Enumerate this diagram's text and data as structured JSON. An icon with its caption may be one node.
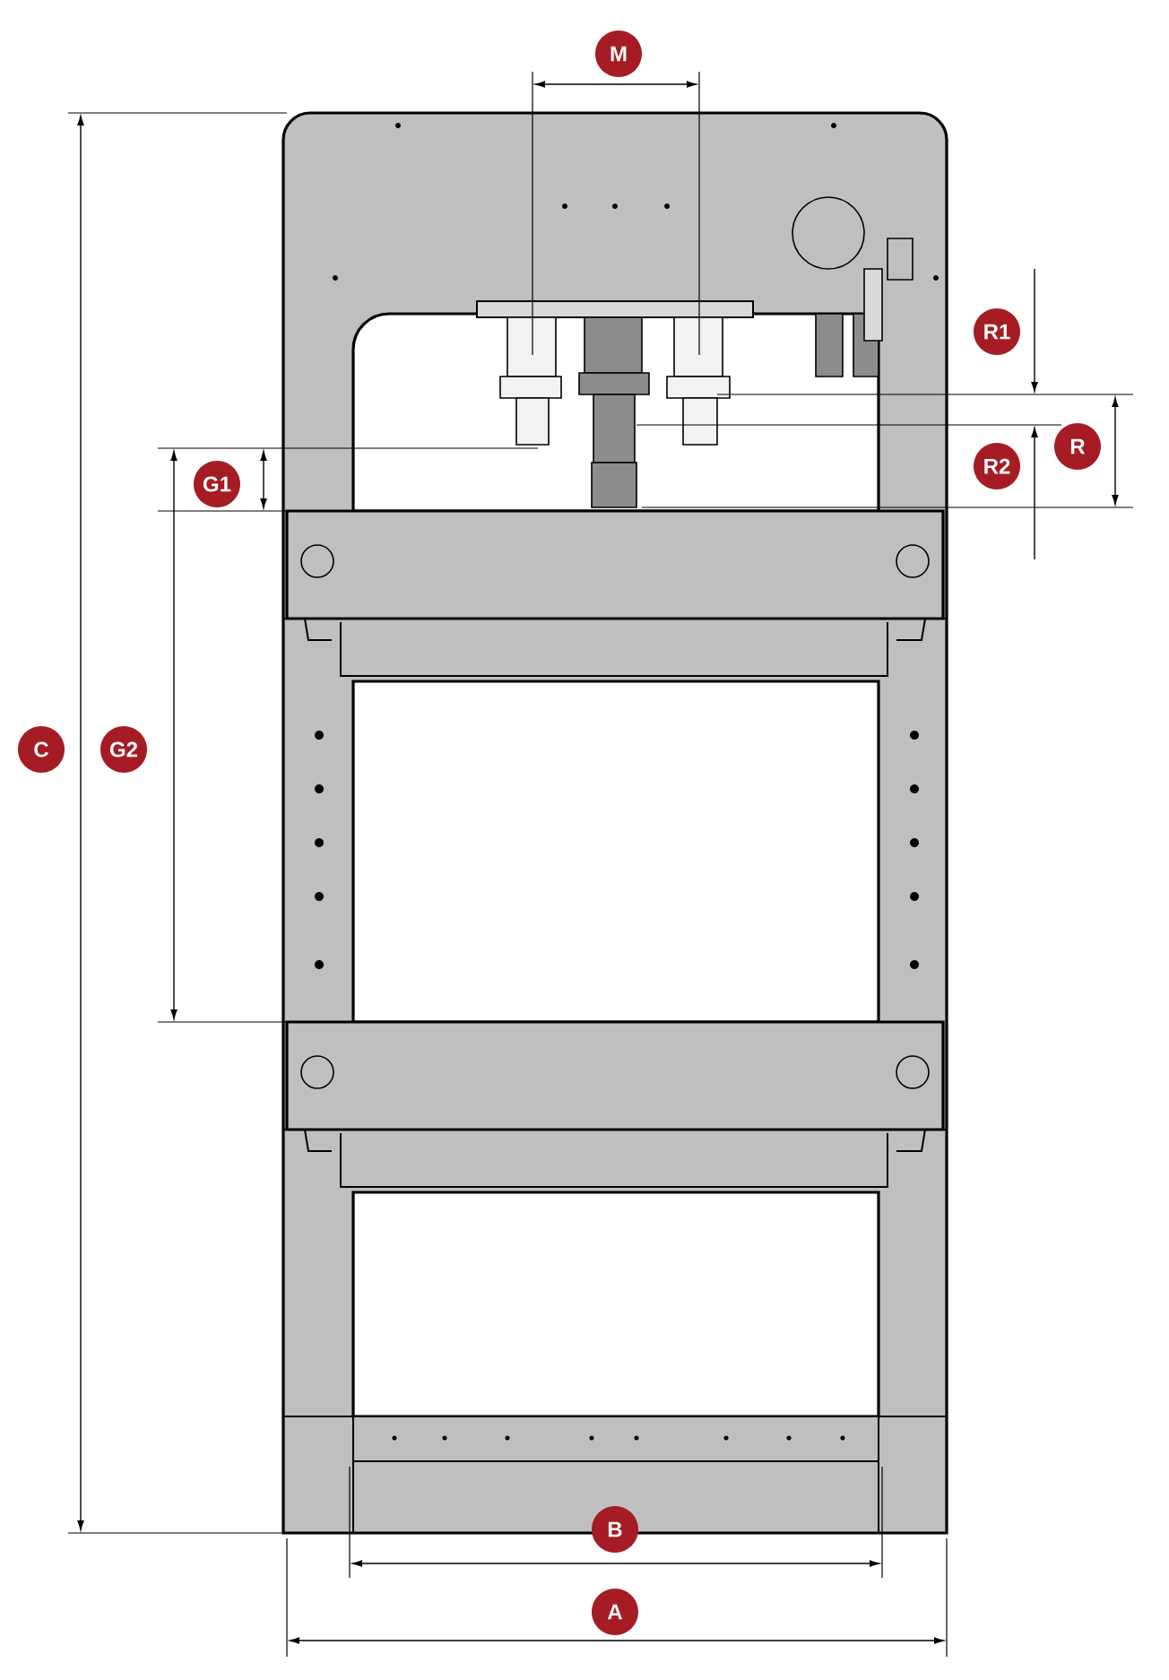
{
  "diagram": {
    "labels": [
      "M",
      "R1",
      "R",
      "R2",
      "G1",
      "C",
      "G2",
      "B",
      "A"
    ]
  }
}
